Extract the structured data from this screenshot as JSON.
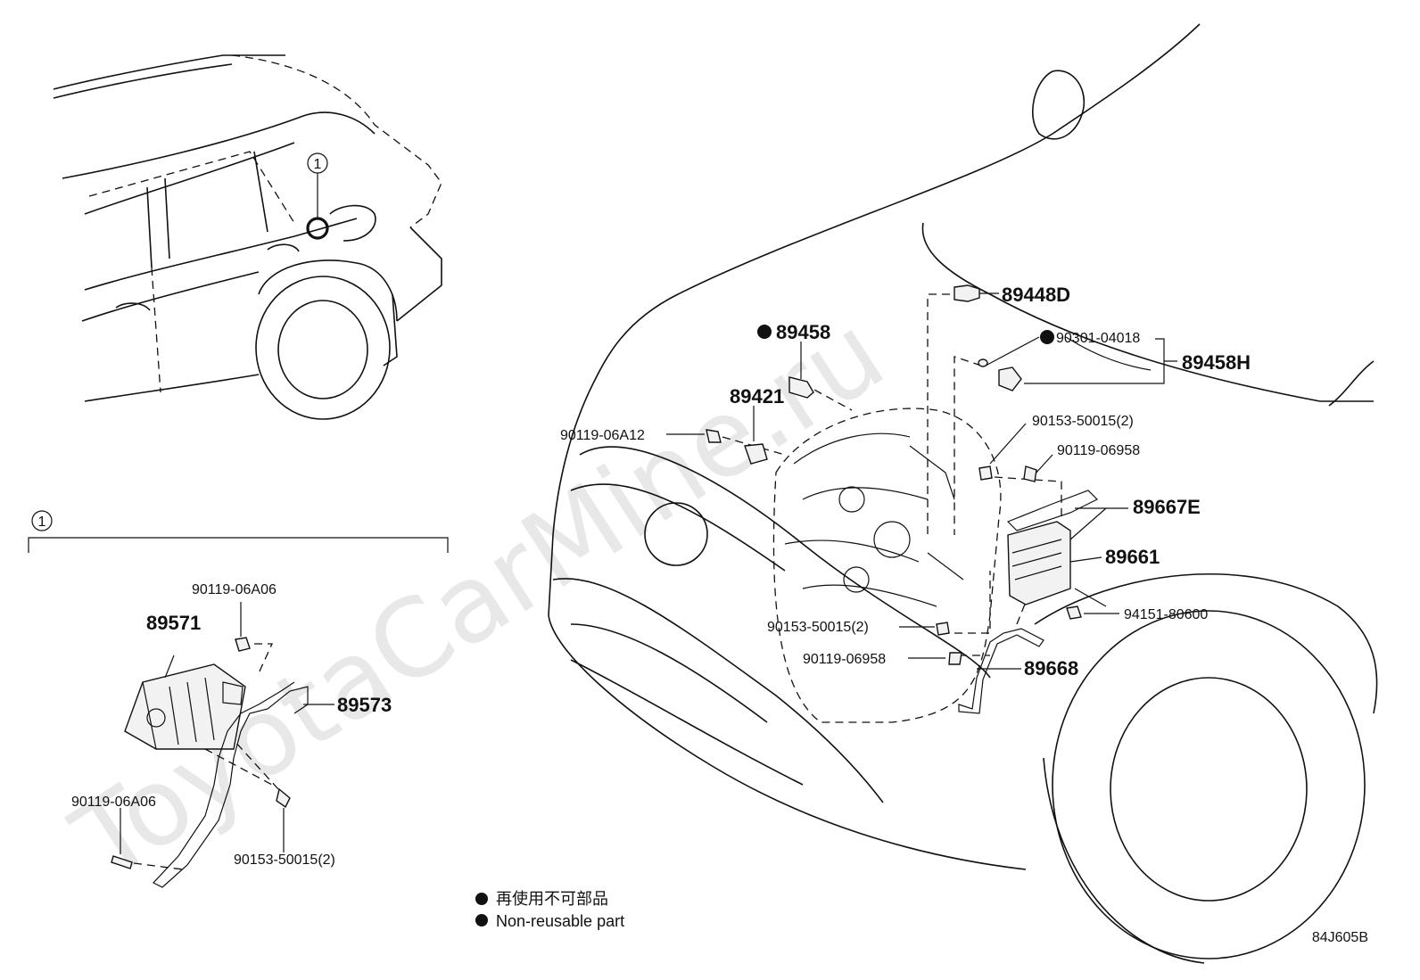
{
  "watermark": "ToyotaCarMine.ru",
  "callout_marker": "1",
  "callout_marker_top": "1",
  "parts": {
    "p89448D": "89448D",
    "p89458": "89458",
    "p90301_04018": "90301-04018",
    "p89458H": "89458H",
    "p89421": "89421",
    "p90119_06A12": "90119-06A12",
    "p90153_50015_a": "90153-50015(2)",
    "p90119_06958_a": "90119-06958",
    "p89667E": "89667E",
    "p89661": "89661",
    "p94151_80600": "94151-80600",
    "p90153_50015_b": "90153-50015(2)",
    "p90119_06958_b": "90119-06958",
    "p89668": "89668",
    "p90119_06A06_a": "90119-06A06",
    "p89571": "89571",
    "p89573": "89573",
    "p90119_06A06_b": "90119-06A06",
    "p90153_50015_c": "90153-50015(2)"
  },
  "legend": {
    "jp": "再使用不可部品",
    "en": "Non-reusable part"
  },
  "diagram_code": "84J605B"
}
